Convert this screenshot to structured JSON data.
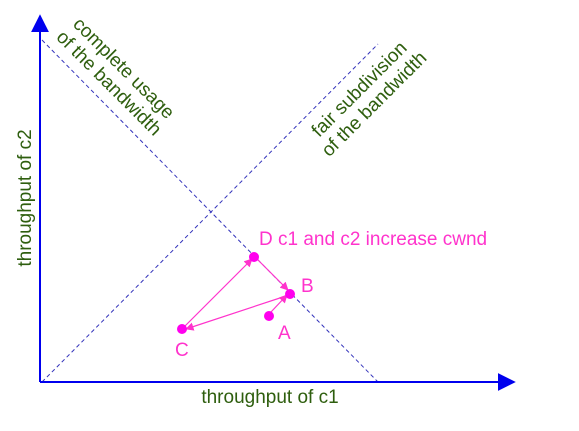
{
  "colors": {
    "axis": "#0000ee",
    "guide": "#3333bb",
    "label_green": "#2e5e0e",
    "accent": "#ff33cc"
  },
  "axes": {
    "x_label": "throughput of c1",
    "y_label": "throughput of c2"
  },
  "lines": {
    "complete_usage": {
      "line1": "complete usage",
      "line2": "of the bandwidth"
    },
    "fair_subdivision": {
      "line1": "fair subdivision",
      "line2": "of the bandwidth"
    }
  },
  "points": {
    "A": {
      "label": "A"
    },
    "B": {
      "label": "B"
    },
    "C": {
      "label": "C"
    },
    "D": {
      "label": "D c1 and c2 increase cwnd"
    }
  }
}
